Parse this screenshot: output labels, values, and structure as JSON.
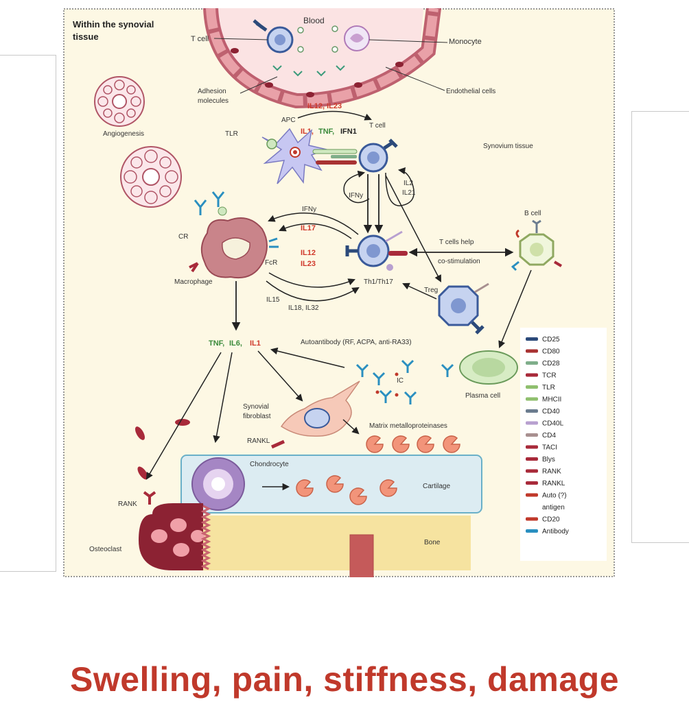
{
  "diagram": {
    "panel_title": [
      "Within the synovial",
      "tissue"
    ],
    "labels": {
      "blood": "Blood",
      "t_cell_top": "T cell",
      "monocyte": "Monocyte",
      "adhesion": [
        "Adhesion",
        "molecules"
      ],
      "endothelial": "Endothelial cells",
      "angiogenesis": "Angiogenesis",
      "tlr": "TLR",
      "apc": "APC",
      "il12_il23_top": "IL12, IL23",
      "il1": "IL1,",
      "tnf": "TNF,",
      "ifn1": "IFN1",
      "t_cell_mid": "T cell",
      "synovium": "Synovium tissue",
      "ifny_loop": "IFNy",
      "il2": "IL2",
      "il21": "IL21",
      "ifny_arrow": "IFNy",
      "il17": "IL17",
      "il12": "IL12",
      "il23": "IL23",
      "cr": "CR",
      "fcr": "FcR",
      "macrophage": "Macrophage",
      "il15": "IL15",
      "il18_il32": "IL18, IL32",
      "th1_th17": "Th1/Th17",
      "t_help": "T cells help",
      "co_stim": "co-stimulation",
      "b_cell": "B cell",
      "treg": "Treg",
      "tnf_b": "TNF,",
      "il6_b": "IL6,",
      "il1_b": "IL1",
      "autoantibody": "Autoantibody (RF, ACPA, anti-RA33)",
      "ic": "IC",
      "plasma": "Plasma cell",
      "synovial_fib": [
        "Synovial",
        "fibroblast"
      ],
      "rankl": "RANKL",
      "mmp": "Matrix metalloproteinases",
      "chondrocyte": "Chondrocyte",
      "cartilage": "Cartilage",
      "rank": "RANK",
      "osteoclast": "Osteoclast",
      "bone": "Bone"
    },
    "legend": [
      {
        "label": "CD25",
        "icon": "cd25-icon",
        "color": "#2c4a7a"
      },
      {
        "label": "CD80",
        "icon": "cd80-icon",
        "color": "#a83232"
      },
      {
        "label": "CD28",
        "icon": "cd28-icon",
        "color": "#7fae8a"
      },
      {
        "label": "TCR",
        "icon": "tcr-icon",
        "color": "#a82a3a"
      },
      {
        "label": "TLR",
        "icon": "tlr-icon",
        "color": "#8fbf6e"
      },
      {
        "label": "MHCII",
        "icon": "mhcii-icon",
        "color": "#8fbf6e"
      },
      {
        "label": "CD40",
        "icon": "cd40-icon",
        "color": "#6b7c8f"
      },
      {
        "label": "CD40L",
        "icon": "cd40l-icon",
        "color": "#b8a0d0"
      },
      {
        "label": "CD4",
        "icon": "cd4-icon",
        "color": "#a89090"
      },
      {
        "label": "TACI",
        "icon": "taci-icon",
        "color": "#a82a3a"
      },
      {
        "label": "Blys",
        "icon": "blys-icon",
        "color": "#a82a3a"
      },
      {
        "label": "RANK",
        "icon": "rank-icon",
        "color": "#a82a3a"
      },
      {
        "label": "RANKL",
        "icon": "rankl-icon",
        "color": "#a82a3a"
      },
      {
        "label": "Auto (?)",
        "icon": "auto-antigen-icon",
        "color": "#c0392b"
      },
      {
        "label": "antigen",
        "icon": "",
        "color": ""
      },
      {
        "label": "CD20",
        "icon": "cd20-icon",
        "color": "#c0392b"
      },
      {
        "label": "Antibody",
        "icon": "antibody-icon",
        "color": "#2a8fc0"
      }
    ],
    "colors": {
      "panel_bg": "#fdf8e4",
      "red_text": "#d0392b",
      "green_text": "#3a8a3a",
      "cartilage": "#dcecf2",
      "bone": "#f6e3a0"
    }
  },
  "caption": "Swelling, pain, stiffness, damage"
}
